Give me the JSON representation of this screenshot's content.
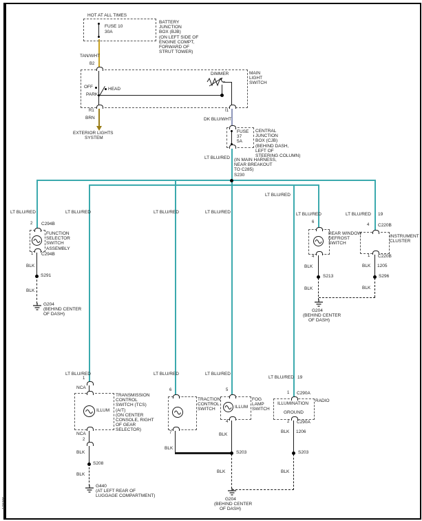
{
  "sheet_code": "178795",
  "wire_colors": {
    "lt_blu_red": "#3aa9ad",
    "tan_wht": "#c8a11e",
    "brn": "#9a7d18",
    "dk_blu_wht": "#8d96ba",
    "blk": "#1a1a1a"
  },
  "power": {
    "hot": "HOT AT ALL TIMES",
    "fuse": "FUSE 10",
    "rating": "30A",
    "box": [
      "BATTERY",
      "JUNCTION",
      "BOX (BJB)",
      "(ON LEFT SIDE OF",
      "ENGINE COMPT,",
      "FORWARD OF",
      "STRUT TOWER)"
    ],
    "wire": "TAN/WHT",
    "pin": "B2"
  },
  "mls": {
    "name": [
      "MAIN",
      "LIGHT",
      "SWITCH"
    ],
    "off": "OFF",
    "head": "HEAD",
    "park": "PARK",
    "dimmer": "DIMMER",
    "pin_r1": "R1",
    "pin_i1": "I1",
    "wire_brn": "BRN",
    "dest": [
      "EXTERIOR LIGHTS",
      "SYSTEM"
    ],
    "wire_out": "DK BLU/WHT"
  },
  "cjb": {
    "fuse": [
      "FUSE",
      "37",
      "5A"
    ],
    "box": [
      "CENTRAL",
      "JUNCTION",
      "BOX (CJB)",
      "(BEHIND DASH,",
      "LEFT OF",
      "STEERING COLUMN)"
    ]
  },
  "harness": {
    "wire": "LT BLU/RED",
    "note": [
      "(IN MAIN HARNESS,",
      "NEAR BREAKOUT",
      "TO C285)"
    ],
    "splice": "S230"
  },
  "func_sel": {
    "wire": "LT BLU/RED",
    "pin_in": "2",
    "conn_in": "C294B",
    "name": [
      "FUNCTION",
      "SELECTOR",
      "SWITCH",
      "ASSEMBLY"
    ],
    "pin_out": "1",
    "conn_out": "C294B",
    "wire_blk": "BLK",
    "splice": "S291",
    "ground": "G204",
    "ground_note": [
      "(BEHIND CENTER",
      "OF DASH)"
    ]
  },
  "transmission": {
    "wire": "LT BLU/RED",
    "pin_in": "1",
    "wire_nca": "NCA",
    "lamp": "ILLUM",
    "name": [
      "TRANSMISSION",
      "CONTROL",
      "SWITCH (TCS)",
      "(A/T)",
      "(ON CENTER",
      "CONSOLE, RIGHT",
      "OF GEAR",
      "SELECTOR)"
    ],
    "wire_nca2": "NCA",
    "pin_out": "2",
    "wire_blk": "BLK",
    "splice": "S208",
    "wire_blk2": "BLK",
    "ground": "G440",
    "ground_note": [
      "(AT LEFT REAR OF",
      "LUGGAGE COMPARTMENT)"
    ]
  },
  "traction": {
    "wire": "LT BLU/RED",
    "pin_in": "6",
    "name": [
      "TRACTION",
      "CONTROL",
      "SWITCH"
    ],
    "pin_out": "7",
    "wire_blk": "BLK"
  },
  "fog": {
    "wire": "LT BLU/RED",
    "pin_in": "5",
    "lamp": "ILLUM",
    "name": [
      "FOG",
      "LAMP",
      "SWITCH"
    ],
    "pin_out": "4",
    "wire_blk": "BLK",
    "splice": "S203",
    "wire_blk2": "BLK",
    "ground": "G204",
    "ground_note": [
      "(BEHIND CENTER",
      "OF DASH)"
    ]
  },
  "radio": {
    "wire": "LT BLU/RED",
    "circuit": "19",
    "pin_in": "1",
    "conn_in": "C290A",
    "inner": [
      "ILLUMINATION",
      "GROUND"
    ],
    "name": "RADIO",
    "pin_out": "2",
    "conn_out": "C290A",
    "wire_blk": "BLK",
    "circuit_blk": "1206",
    "splice": "S203",
    "wire_blk2": "BLK"
  },
  "defrost": {
    "wire": "LT BLU/RED",
    "pin_in": "6",
    "name": [
      "REAR WINDOW",
      "DEFROST",
      "SWITCH"
    ],
    "pin_out": "4",
    "wire_blk": "BLK",
    "splice": "S213",
    "wire_blk2": "BLK",
    "ground": "G204",
    "ground_note": [
      "(BEHIND CENTER",
      "OF DASH)"
    ]
  },
  "cluster": {
    "wire": "LT BLU/RED",
    "circuit": "19",
    "pin_in": "4",
    "conn_in": "C220B",
    "name": [
      "INSTRUMENT",
      "CLUSTER"
    ],
    "pin_out": "1",
    "conn_out": "C220B",
    "wire_blk": "BLK",
    "circuit_blk": "1205",
    "splice": "S296"
  }
}
